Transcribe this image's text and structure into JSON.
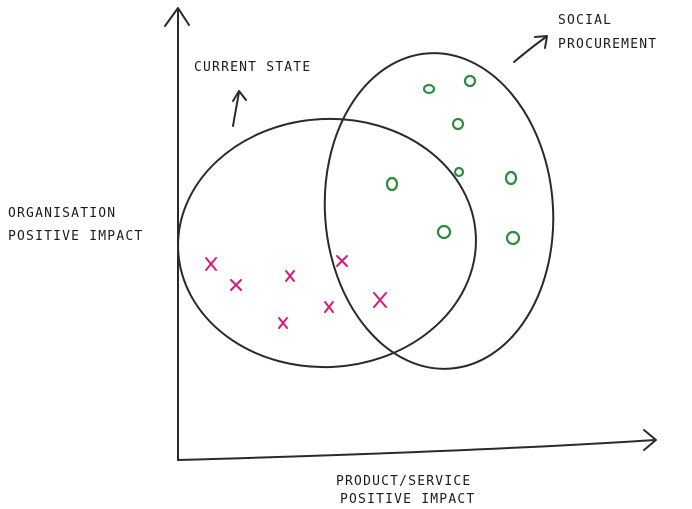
{
  "labels": {
    "y_axis_line1": "ORGANISATION",
    "y_axis_line2": "POSITIVE IMPACT",
    "x_axis_line1": "PRODUCT/SERVICE",
    "x_axis_line2": "POSITIVE IMPACT",
    "current_state": "CURRENT STATE",
    "social_line1": "SOCIAL",
    "social_line2": "PROCUREMENT"
  },
  "colors": {
    "ink": "#2a2a2a",
    "x_marker": "#d81b73",
    "o_marker": "#2e8b3e"
  },
  "markers": {
    "x_symbol": "cross-icon",
    "o_symbol": "circle-icon"
  }
}
